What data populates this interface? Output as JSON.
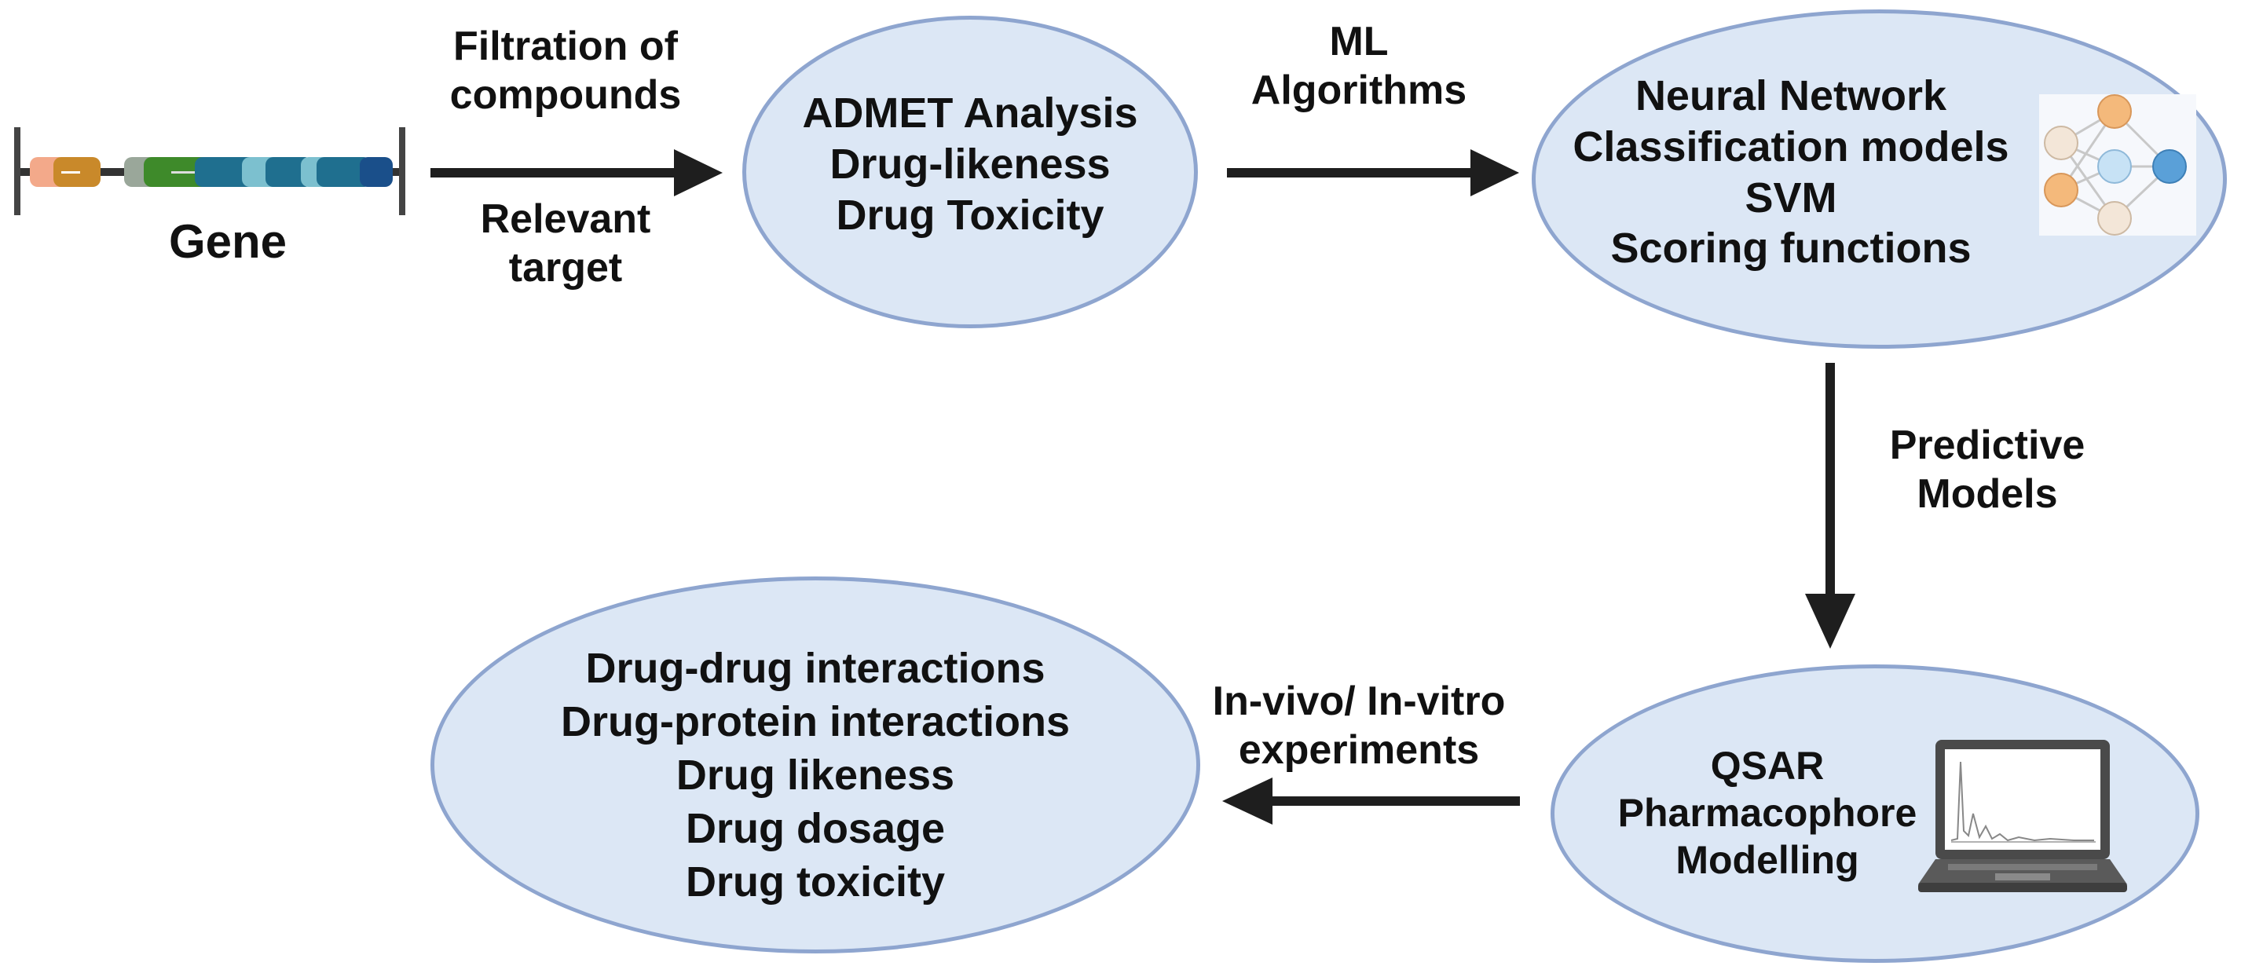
{
  "colors": {
    "ellipse_fill": "#dce7f5",
    "ellipse_border": "#8ea5cf",
    "arrow": "#1e1e1e",
    "text": "#111111",
    "node_orange": "#f4b97b",
    "node_light": "#f3e6d8",
    "node_blue": "#8fc3ea",
    "node_darkblue": "#5aa0d8"
  },
  "gene": {
    "label": "Gene",
    "icon": "gene-segment-icon"
  },
  "arrow1": {
    "top_lines": [
      "Filtration of",
      "compounds"
    ],
    "bottom_lines": [
      "Relevant",
      "target"
    ]
  },
  "ellipse_admet": {
    "lines": [
      "ADMET Analysis",
      "Drug-likeness",
      "Drug Toxicity"
    ]
  },
  "arrow2": {
    "lines": [
      "ML",
      "Algorithms"
    ]
  },
  "ellipse_ml": {
    "lines": [
      "Neural Network",
      "Classification models",
      "SVM",
      "Scoring functions"
    ],
    "icon": "neural-network-icon"
  },
  "arrow3": {
    "lines": [
      "Predictive",
      "Models"
    ]
  },
  "ellipse_qsar": {
    "lines": [
      "QSAR",
      "Pharmacophore",
      "Modelling"
    ],
    "icon": "laptop-chart-icon"
  },
  "arrow4": {
    "lines": [
      "In-vivo/ In-vitro",
      "experiments"
    ]
  },
  "ellipse_final": {
    "lines": [
      "Drug-drug interactions",
      "Drug-protein interactions",
      "Drug likeness",
      "Drug dosage",
      "Drug toxicity"
    ]
  }
}
